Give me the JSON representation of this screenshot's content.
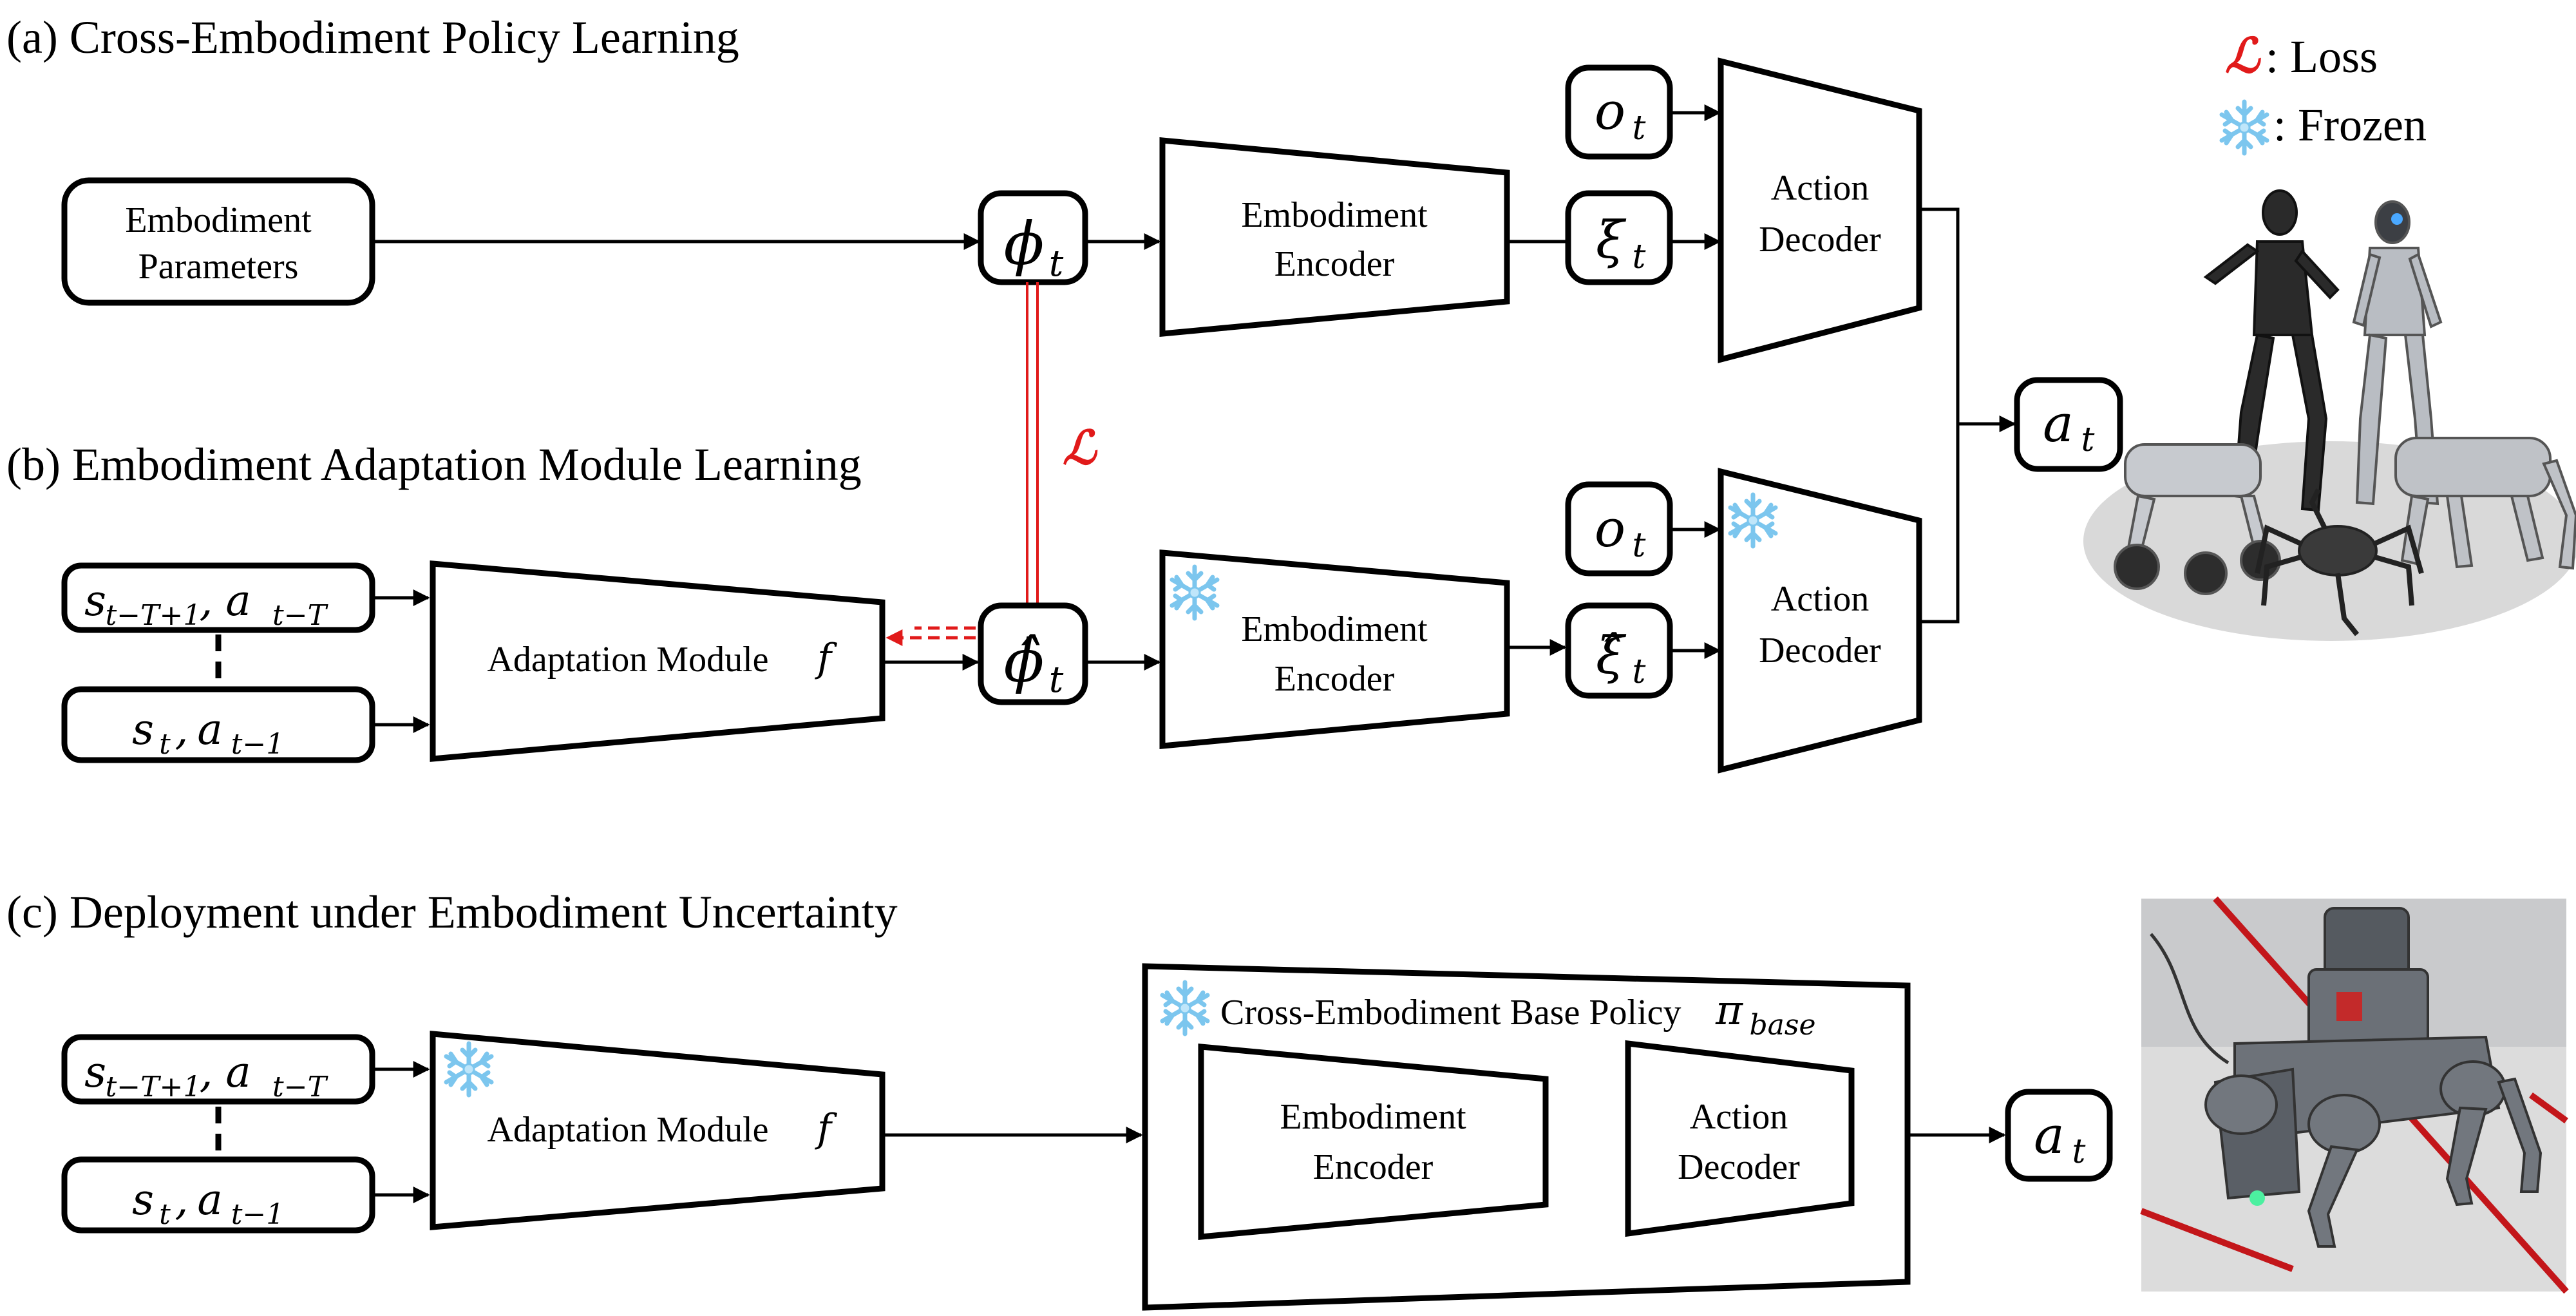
{
  "captions": {
    "a": "(a) Cross-Embodiment Policy Learning",
    "b": "(b) Embodiment Adaptation Module Learning",
    "c": "(c) Deployment under Embodiment Uncertainty"
  },
  "legend": {
    "loss_symbol": "ℒ",
    "loss_label": ": Loss",
    "frozen_label": ": Frozen"
  },
  "a": {
    "params_line1": "Embodiment",
    "params_line2": "Parameters",
    "phi": "ϕ",
    "t": "t",
    "enc_line1": "Embodiment",
    "enc_line2": "Encoder",
    "o": "o",
    "xi": "ξ",
    "dec_line1": "Action",
    "dec_line2": "Decoder",
    "a_out": "a"
  },
  "b": {
    "hist1_main": "s",
    "hist1_sub": "t−T+1",
    "hist1_a": "a",
    "hist1_asub": "t−T",
    "hist2_main": "s",
    "hist2_sub": "t",
    "hist2_a": "a",
    "hist2_asub": "t−1",
    "adapt_label": "Adaptation Module",
    "f": "f",
    "phi_hat": "ϕ̂",
    "loss": "ℒ",
    "enc_line1": "Embodiment",
    "enc_line2": "Encoder",
    "o": "o",
    "xi_hat": "ξ̂",
    "dec_line1": "Action",
    "dec_line2": "Decoder"
  },
  "c": {
    "adapt_label": "Adaptation Module",
    "f": "f",
    "base_title": "Cross-Embodiment Base Policy",
    "pi": "π",
    "pi_sub": "base",
    "enc_line1": "Embodiment",
    "enc_line2": "Encoder",
    "dec_line1": "Action",
    "dec_line2": "Decoder",
    "a_out": "a"
  },
  "icons": {
    "frozen": "snowflake-icon",
    "robots": "robot-group-illustration",
    "photo": "quadruped-photo"
  }
}
